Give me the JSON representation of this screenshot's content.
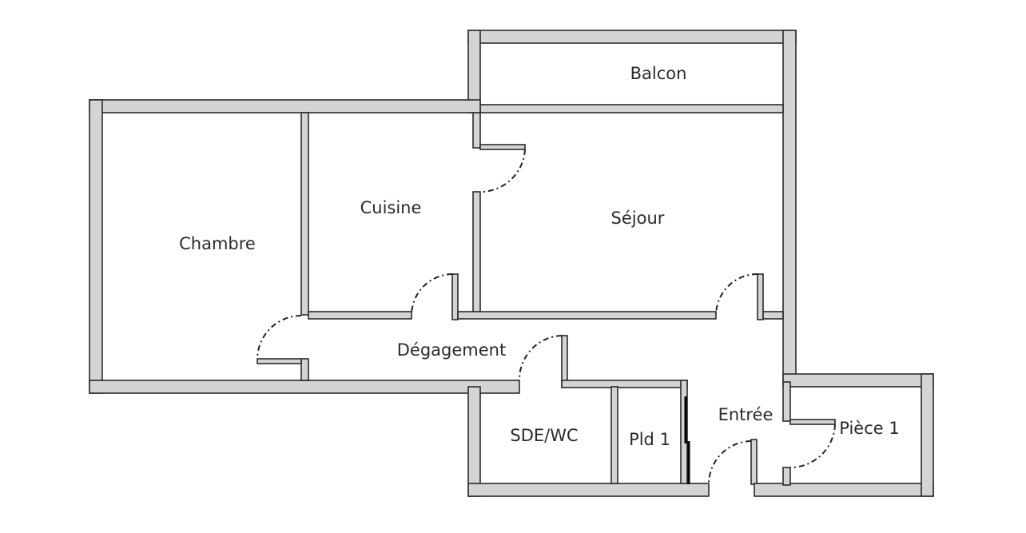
{
  "plan": {
    "rooms": {
      "balcon": "Balcon",
      "chambre": "Chambre",
      "cuisine": "Cuisine",
      "sejour": "Séjour",
      "degagement": "Dégagement",
      "sde_wc": "SDE/WC",
      "pld1": "Pld 1",
      "entree": "Entrée",
      "piece1": "Pièce 1"
    },
    "colors": {
      "wall_fill": "#d4d4d4",
      "wall_stroke": "#2b2b2b"
    }
  }
}
